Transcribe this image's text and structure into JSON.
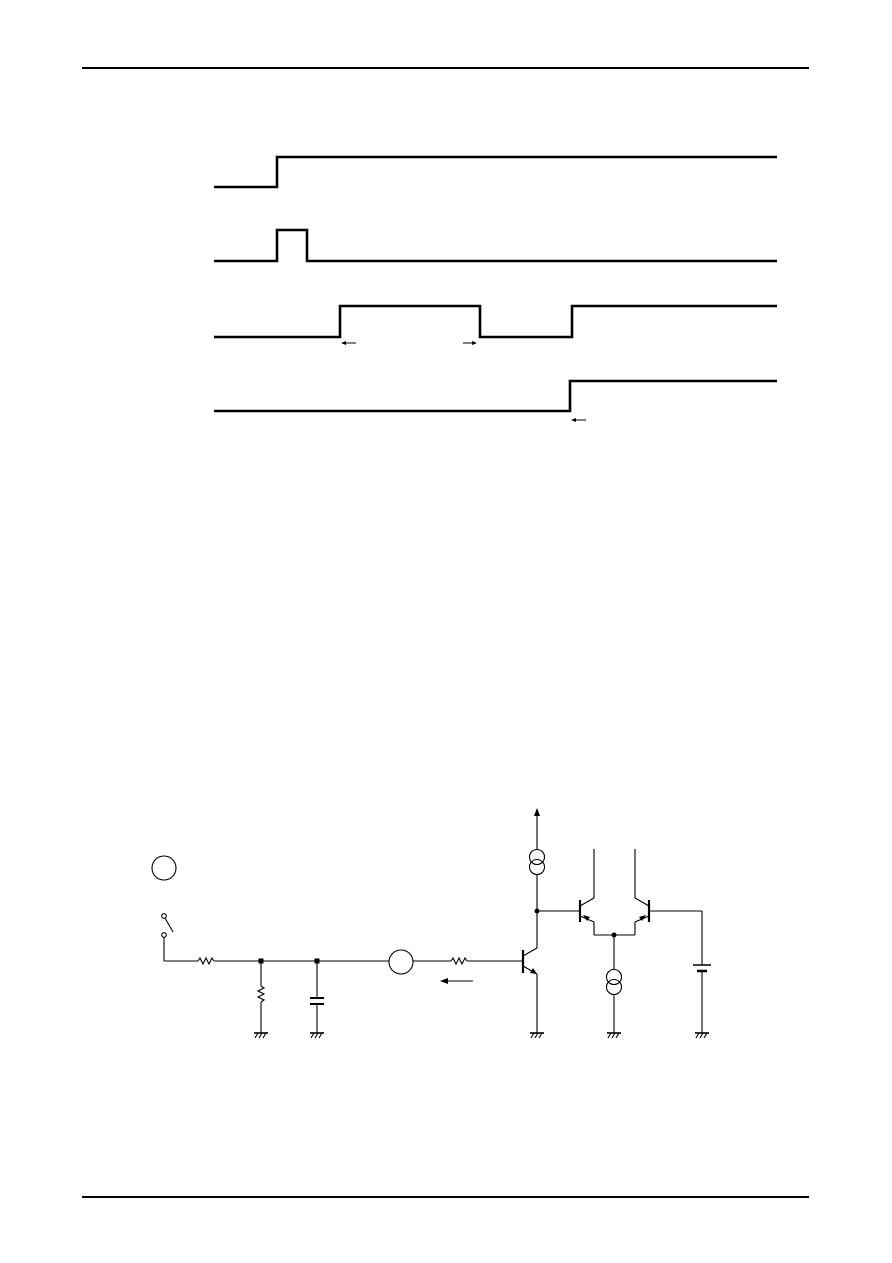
{
  "colors": {
    "ink": "#000000",
    "paper": "#ffffff"
  },
  "timing_diagram": {
    "signals": [
      {
        "waveform": "step-high"
      },
      {
        "waveform": "short-pulse"
      },
      {
        "waveform": "pulse-then-step"
      },
      {
        "waveform": "late-step-high"
      }
    ],
    "arrows": [
      {
        "direction": "left"
      },
      {
        "direction": "right"
      },
      {
        "direction": "left"
      }
    ]
  },
  "circuit": {
    "components": [
      "source-circle",
      "switch",
      "resistor",
      "resistor",
      "capacitor",
      "source-circle",
      "resistor",
      "npn-transistor",
      "current-source",
      "pnp-transistor",
      "pnp-transistor",
      "current-source",
      "battery",
      "ground",
      "ground",
      "ground",
      "ground",
      "ground",
      "supply-arrow",
      "current-arrow"
    ]
  }
}
